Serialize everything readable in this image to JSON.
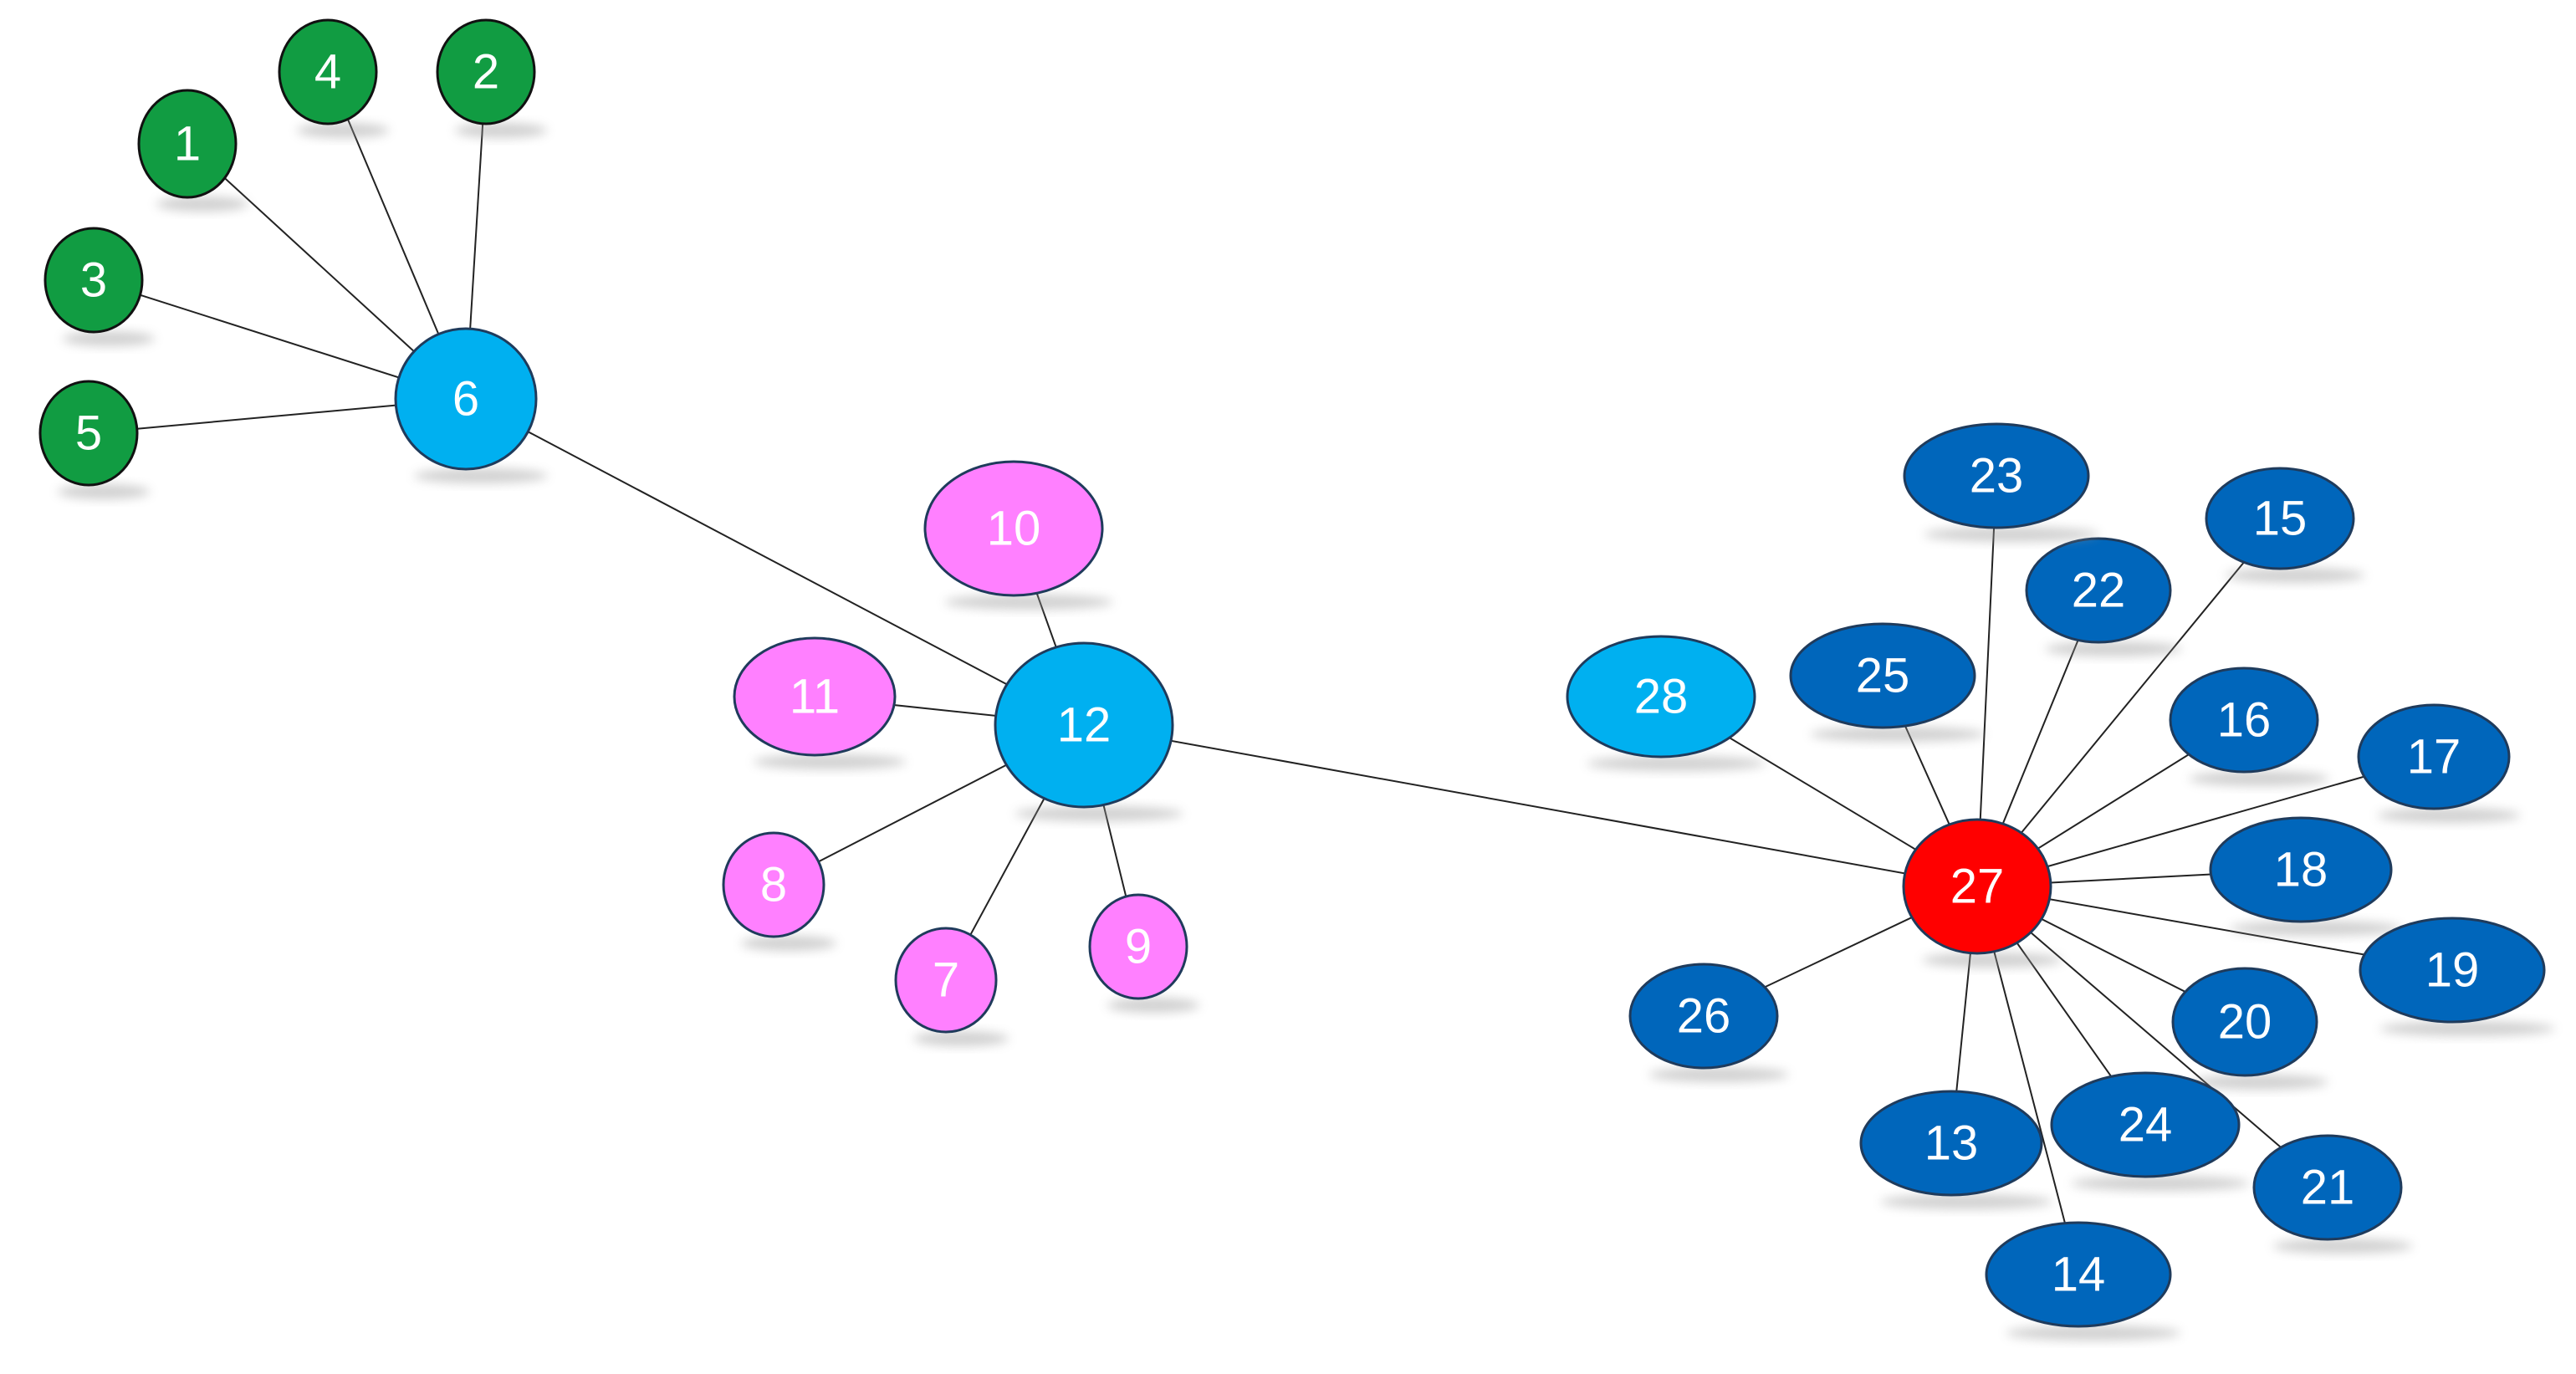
{
  "colors": {
    "green": "#119c42",
    "lightblue": "#00b0f0",
    "pink": "#ff80ff",
    "darkblue": "#0066bb",
    "red": "#ff0000"
  },
  "nodes": [
    {
      "id": "1",
      "label": "1",
      "color": "green"
    },
    {
      "id": "2",
      "label": "2",
      "color": "green"
    },
    {
      "id": "3",
      "label": "3",
      "color": "green"
    },
    {
      "id": "4",
      "label": "4",
      "color": "green"
    },
    {
      "id": "5",
      "label": "5",
      "color": "green"
    },
    {
      "id": "6",
      "label": "6",
      "color": "lightblue"
    },
    {
      "id": "7",
      "label": "7",
      "color": "pink"
    },
    {
      "id": "8",
      "label": "8",
      "color": "pink"
    },
    {
      "id": "9",
      "label": "9",
      "color": "pink"
    },
    {
      "id": "10",
      "label": "10",
      "color": "pink"
    },
    {
      "id": "11",
      "label": "11",
      "color": "pink"
    },
    {
      "id": "12",
      "label": "12",
      "color": "lightblue"
    },
    {
      "id": "13",
      "label": "13",
      "color": "darkblue"
    },
    {
      "id": "14",
      "label": "14",
      "color": "darkblue"
    },
    {
      "id": "15",
      "label": "15",
      "color": "darkblue"
    },
    {
      "id": "16",
      "label": "16",
      "color": "darkblue"
    },
    {
      "id": "17",
      "label": "17",
      "color": "darkblue"
    },
    {
      "id": "18",
      "label": "18",
      "color": "darkblue"
    },
    {
      "id": "19",
      "label": "19",
      "color": "darkblue"
    },
    {
      "id": "20",
      "label": "20",
      "color": "darkblue"
    },
    {
      "id": "21",
      "label": "21",
      "color": "darkblue"
    },
    {
      "id": "22",
      "label": "22",
      "color": "darkblue"
    },
    {
      "id": "23",
      "label": "23",
      "color": "darkblue"
    },
    {
      "id": "24",
      "label": "24",
      "color": "darkblue"
    },
    {
      "id": "25",
      "label": "25",
      "color": "darkblue"
    },
    {
      "id": "26",
      "label": "26",
      "color": "darkblue"
    },
    {
      "id": "27",
      "label": "27",
      "color": "red"
    },
    {
      "id": "28",
      "label": "28",
      "color": "lightblue"
    }
  ],
  "edges": [
    [
      "1",
      "6"
    ],
    [
      "2",
      "6"
    ],
    [
      "3",
      "6"
    ],
    [
      "4",
      "6"
    ],
    [
      "5",
      "6"
    ],
    [
      "6",
      "12"
    ],
    [
      "7",
      "12"
    ],
    [
      "8",
      "12"
    ],
    [
      "9",
      "12"
    ],
    [
      "10",
      "12"
    ],
    [
      "11",
      "12"
    ],
    [
      "12",
      "27"
    ],
    [
      "13",
      "27"
    ],
    [
      "14",
      "27"
    ],
    [
      "15",
      "27"
    ],
    [
      "16",
      "27"
    ],
    [
      "17",
      "27"
    ],
    [
      "18",
      "27"
    ],
    [
      "19",
      "27"
    ],
    [
      "20",
      "27"
    ],
    [
      "21",
      "27"
    ],
    [
      "22",
      "27"
    ],
    [
      "23",
      "27"
    ],
    [
      "24",
      "27"
    ],
    [
      "25",
      "27"
    ],
    [
      "26",
      "27"
    ],
    [
      "28",
      "27"
    ]
  ]
}
